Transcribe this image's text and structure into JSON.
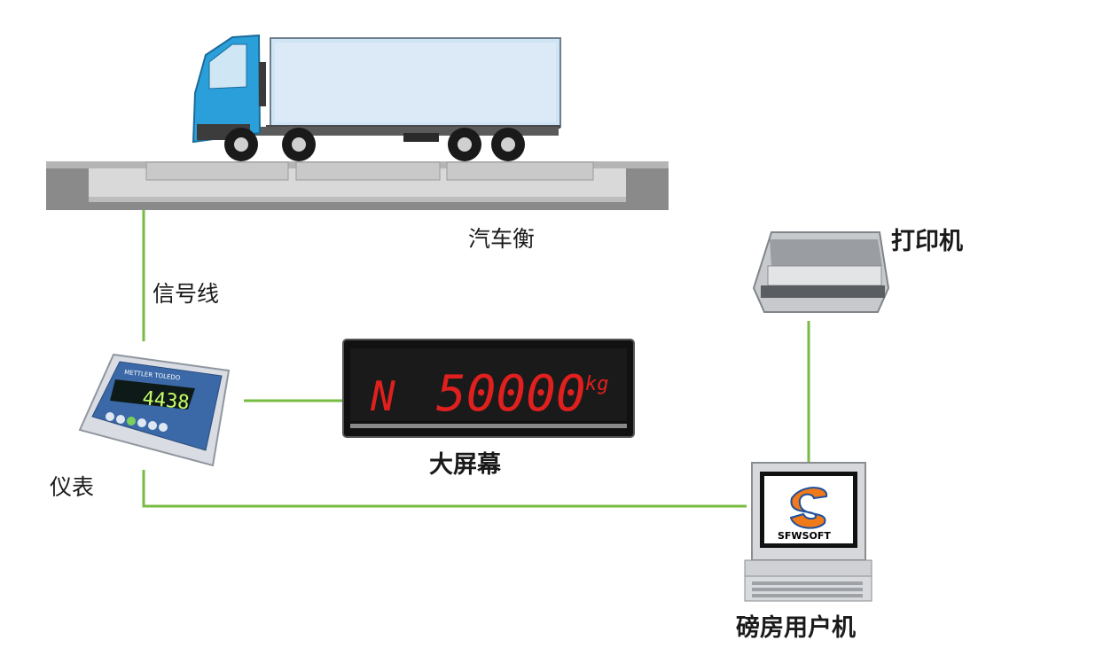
{
  "labels": {
    "truck_scale": "汽车衡",
    "signal_cable": "信号线",
    "indicator": "仪表",
    "big_screen": "大屏幕",
    "printer": "打印机",
    "weighbridge_pc": "磅房用户机"
  },
  "indicator_device": {
    "brand": "METTLER TOLEDO",
    "reading": "4438"
  },
  "display_board": {
    "mode": "N",
    "value": "50000",
    "unit": "kg"
  },
  "computer": {
    "logo_text": "SFWSOFT"
  },
  "colors": {
    "wire": "#77bb41",
    "truck_cab": "#2b9fd9",
    "truck_box": "#cfe4f5",
    "led": "#e0201e",
    "indicator_body": "#3b69a8"
  }
}
